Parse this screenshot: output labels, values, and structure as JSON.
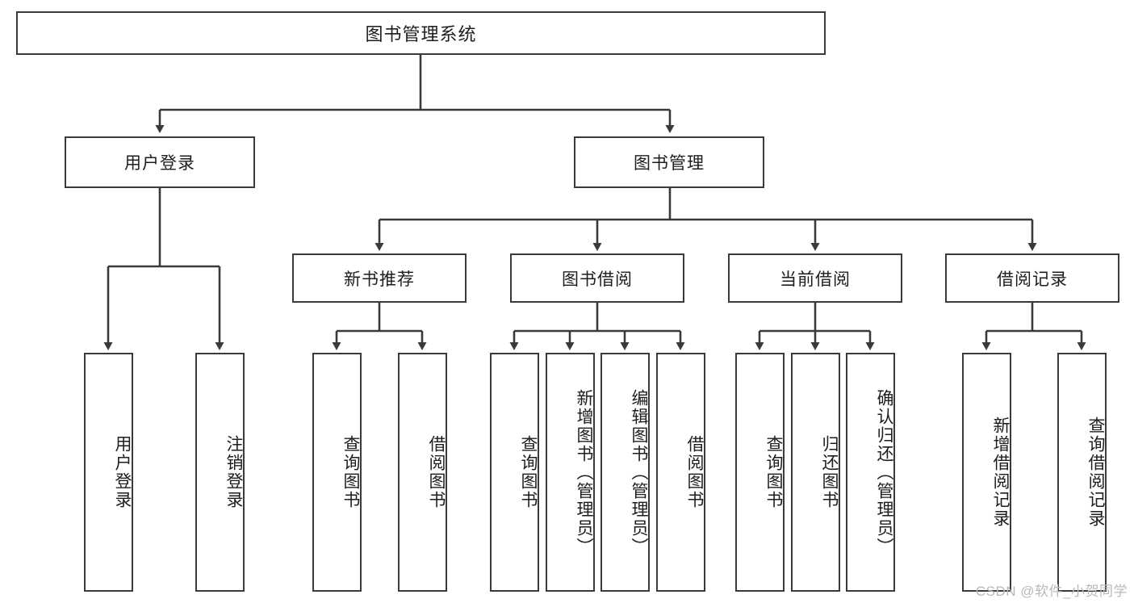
{
  "diagram": {
    "type": "tree-hierarchy",
    "title": "图书管理系统",
    "root": {
      "id": "root",
      "label": "图书管理系统",
      "orientation": "horizontal"
    },
    "level2": [
      {
        "id": "user-login",
        "label": "用户登录",
        "orientation": "horizontal"
      },
      {
        "id": "book-management",
        "label": "图书管理",
        "orientation": "horizontal"
      }
    ],
    "level3": [
      {
        "id": "new-book-recommend",
        "label": "新书推荐",
        "orientation": "horizontal",
        "parent": "book-management"
      },
      {
        "id": "book-borrow",
        "label": "图书借阅",
        "orientation": "horizontal",
        "parent": "book-management"
      },
      {
        "id": "current-borrow",
        "label": "当前借阅",
        "orientation": "horizontal",
        "parent": "book-management"
      },
      {
        "id": "borrow-record",
        "label": "借阅记录",
        "orientation": "horizontal",
        "parent": "book-management"
      }
    ],
    "leaves": [
      {
        "id": "leaf-user-login",
        "label": "用户登录",
        "orientation": "vertical",
        "parent": "user-login"
      },
      {
        "id": "leaf-user-logout",
        "label": "注销登录",
        "orientation": "vertical",
        "parent": "user-login"
      },
      {
        "id": "leaf-query-book-1",
        "label": "查询图书",
        "orientation": "vertical",
        "parent": "new-book-recommend"
      },
      {
        "id": "leaf-borrow-book-1",
        "label": "借阅图书",
        "orientation": "vertical",
        "parent": "new-book-recommend"
      },
      {
        "id": "leaf-query-book-2",
        "label": "查询图书",
        "orientation": "vertical",
        "parent": "book-borrow"
      },
      {
        "id": "leaf-add-book",
        "label": "新增图书（管理员）",
        "orientation": "vertical",
        "parent": "book-borrow"
      },
      {
        "id": "leaf-edit-book",
        "label": "编辑图书（管理员）",
        "orientation": "vertical",
        "parent": "book-borrow"
      },
      {
        "id": "leaf-borrow-book-2",
        "label": "借阅图书",
        "orientation": "vertical",
        "parent": "book-borrow"
      },
      {
        "id": "leaf-query-book-3",
        "label": "查询图书",
        "orientation": "vertical",
        "parent": "current-borrow"
      },
      {
        "id": "leaf-return-book",
        "label": "归还图书",
        "orientation": "vertical",
        "parent": "current-borrow"
      },
      {
        "id": "leaf-confirm-return",
        "label": "确认归还（管理员）",
        "orientation": "vertical",
        "parent": "current-borrow"
      },
      {
        "id": "leaf-add-record",
        "label": "新增借阅记录",
        "orientation": "vertical",
        "parent": "borrow-record"
      },
      {
        "id": "leaf-query-record",
        "label": "查询借阅记录",
        "orientation": "vertical",
        "parent": "borrow-record"
      }
    ],
    "watermark": "CSDN @软件_小贺同学",
    "colors": {
      "stroke": "#3a3a3a",
      "text": "#1d1d1d",
      "background": "#ffffff",
      "watermark": "#b9b9b9"
    }
  }
}
